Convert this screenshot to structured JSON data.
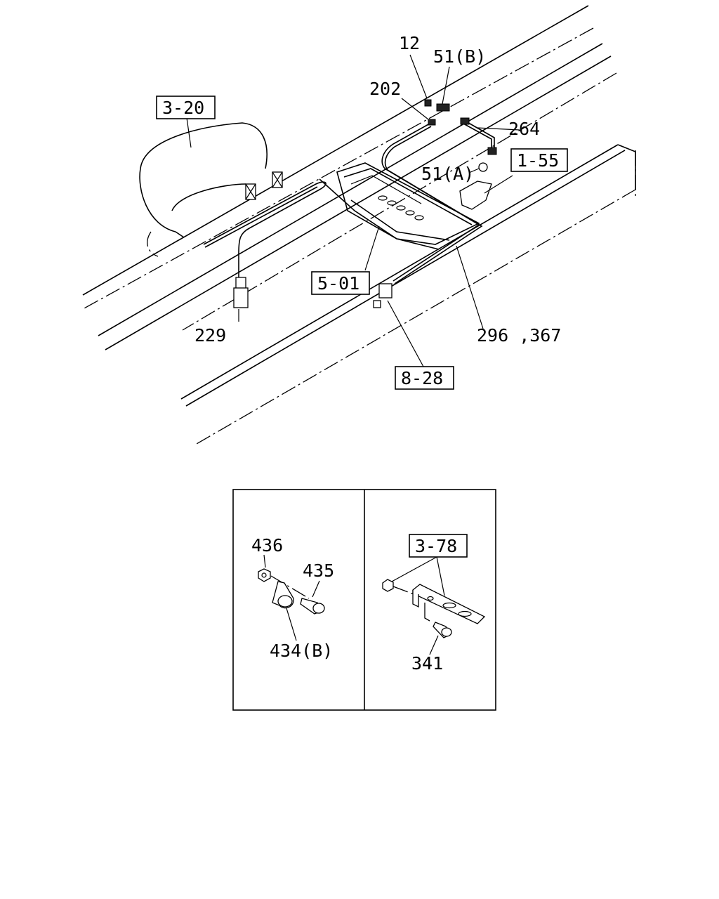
{
  "callouts": {
    "c12": "12",
    "c51b": "51(B)",
    "c202": "202",
    "c264": "264",
    "c51a": "51(A)",
    "c229": "229",
    "c296": "296 ,367"
  },
  "references": {
    "r320": "3-20",
    "r155": "1-55",
    "r501": "5-01",
    "r828": "8-28"
  },
  "detail_left": {
    "c436": "436",
    "c435": "435",
    "c434b": "434(B)"
  },
  "detail_right": {
    "r378": "3-78",
    "c341": "341"
  }
}
